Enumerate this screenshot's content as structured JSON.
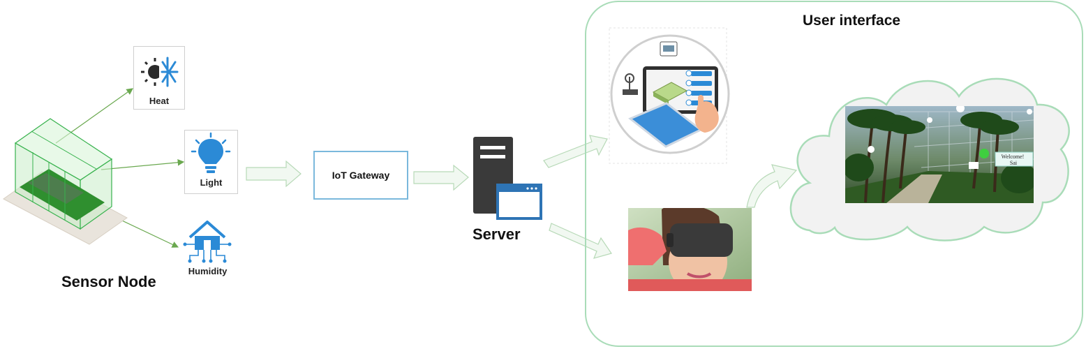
{
  "sensor_node": {
    "label": "Sensor Node",
    "sensors": [
      {
        "label": "Heat",
        "icon": "heat-icon"
      },
      {
        "label": "Light",
        "icon": "light-bulb-icon"
      },
      {
        "label": "Humidity",
        "icon": "smart-home-icon"
      }
    ]
  },
  "gateway": {
    "label": "IoT Gateway"
  },
  "server": {
    "label": "Server",
    "icon": "server-icon"
  },
  "user_interface": {
    "title": "User interface",
    "vr_scene": {
      "overlay_text": "Welcome!\nSai"
    }
  },
  "colors": {
    "arrow_green": "#6aa84f",
    "block_arrow_fill": "#f1f8f1",
    "block_arrow_stroke": "#b7d9b7",
    "panel_border": "#a9dcb8",
    "gateway_border": "#7ab8dc",
    "icon_blue": "#2b8ad6"
  }
}
